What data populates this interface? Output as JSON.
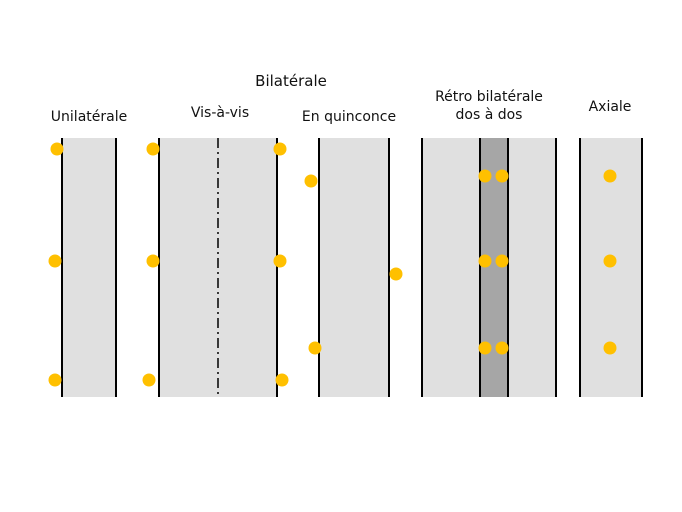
{
  "title": "Bilatérale",
  "labels": {
    "unilateral": "Unilatérale",
    "vis_a_vis": "Vis-à-vis",
    "quinconce": "En quinconce",
    "retro_line1": "Rétro bilatérale",
    "retro_line2": "dos à dos",
    "axiale": "Axiale"
  },
  "colors": {
    "light": "#ffc000",
    "road": "#e0e0e0",
    "median": "#a6a6a6",
    "edge": "#000000"
  }
}
